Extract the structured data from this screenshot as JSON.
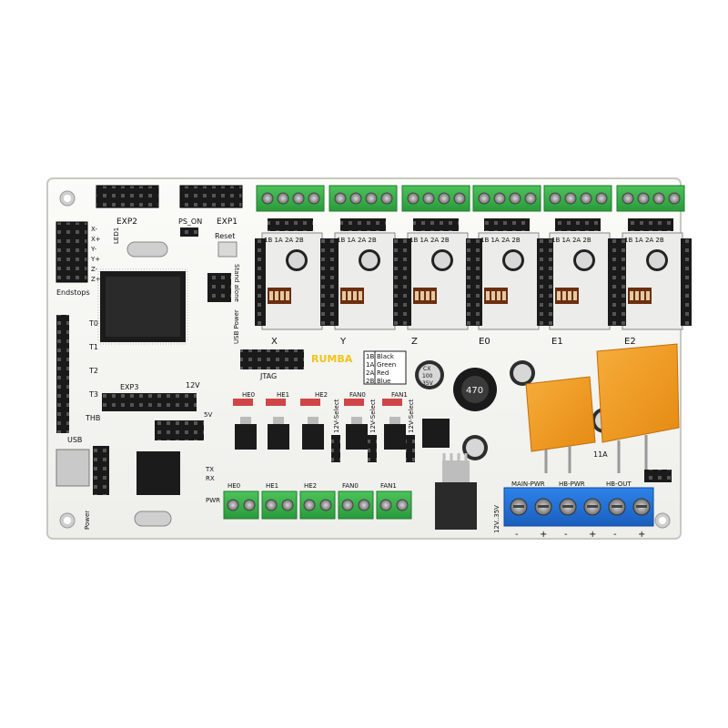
{
  "board": {
    "board_color": "#f7f7f4",
    "connector_green": "#39b54a",
    "terminal_blue": "#1f6fd6",
    "fuse_orange": "#f39a1e",
    "header_black": "#151515",
    "brand": "RUMBA"
  },
  "labels": {
    "exp2": "EXP2",
    "exp1": "EXP1",
    "ps_on": "PS_ON",
    "reset": "Reset",
    "stand_alone": "Stand alone",
    "usb_power": "USB Power",
    "led1": "LED1",
    "endstops": "Endstops",
    "endstop_pins": [
      "X-",
      "X+",
      "Y-",
      "Y+",
      "Z-",
      "Z+"
    ],
    "thermistors": [
      "T0",
      "T1",
      "T2",
      "T3",
      "THB"
    ],
    "exp3": "EXP3",
    "v12": "12V",
    "v5": "5V",
    "usb": "USB",
    "tx": "TX",
    "rx": "RX",
    "power": "Power",
    "pwr": "PWR",
    "jtag": "JTAG",
    "axes": [
      "X",
      "Y",
      "Z",
      "E0",
      "E1",
      "E2"
    ],
    "driver_pins": "1B 1A 2A 2B",
    "cap_text": [
      "CX",
      "100",
      "35V"
    ],
    "wiring": [
      {
        "pin": "1B",
        "color": "Black"
      },
      {
        "pin": "1A",
        "color": "Green"
      },
      {
        "pin": "2A",
        "color": "Red"
      },
      {
        "pin": "2B",
        "color": "Blue"
      }
    ],
    "mosfets": [
      "HE0",
      "HE1",
      "HE2",
      "FAN0",
      "FAN1"
    ],
    "select": "12V-Select",
    "outputs": [
      "HE0",
      "HE1",
      "HE2",
      "FAN0",
      "FAN1"
    ],
    "inductor": "470",
    "fuse_rating": "11A",
    "power_in": "12V..35V",
    "terminals": [
      "MAIN-PWR",
      "HB-PWR",
      "HB-OUT"
    ],
    "terminal_signs": [
      "-",
      "+",
      "-",
      "+",
      "-",
      "+"
    ]
  }
}
